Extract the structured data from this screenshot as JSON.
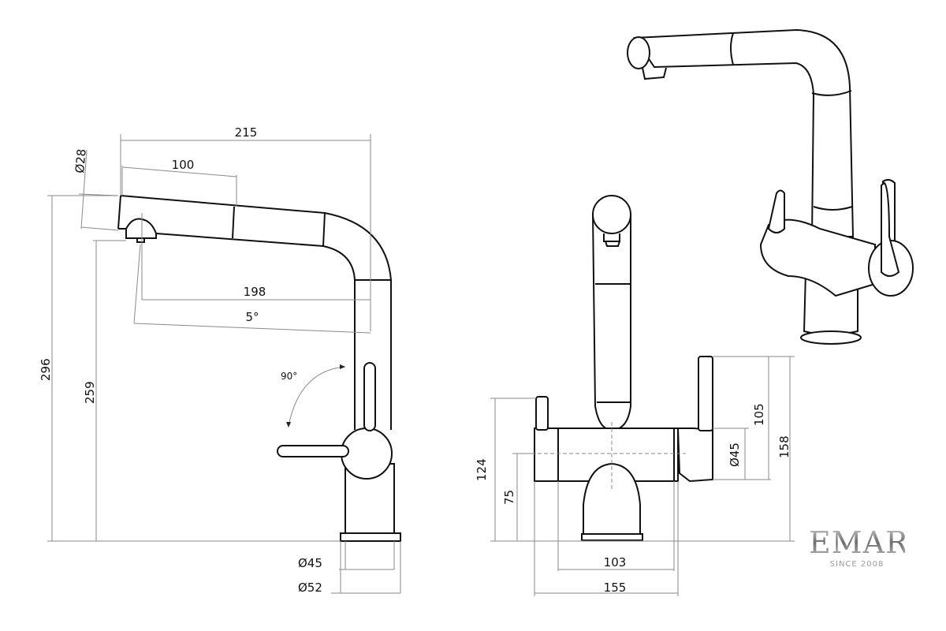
{
  "side_view": {
    "dim_length_total": "215",
    "dim_pullout": "100",
    "dim_spout_diameter": "Ø28",
    "dim_reach": "198",
    "dim_angle": "5°",
    "dim_height_total": "296",
    "dim_height_outlet": "259",
    "dim_lever_rotation": "90°",
    "dim_base_45": "Ø45",
    "dim_base_52": "Ø52"
  },
  "front_view": {
    "dim_height_body": "124",
    "dim_height_axis": "75",
    "dim_width_inner": "103",
    "dim_width_total": "155",
    "dim_body_diameter": "Ø45",
    "dim_handle_height": "105",
    "dim_handle_top": "158"
  },
  "logo": {
    "brand": "EMAR",
    "tagline": "SINCE 2008"
  }
}
